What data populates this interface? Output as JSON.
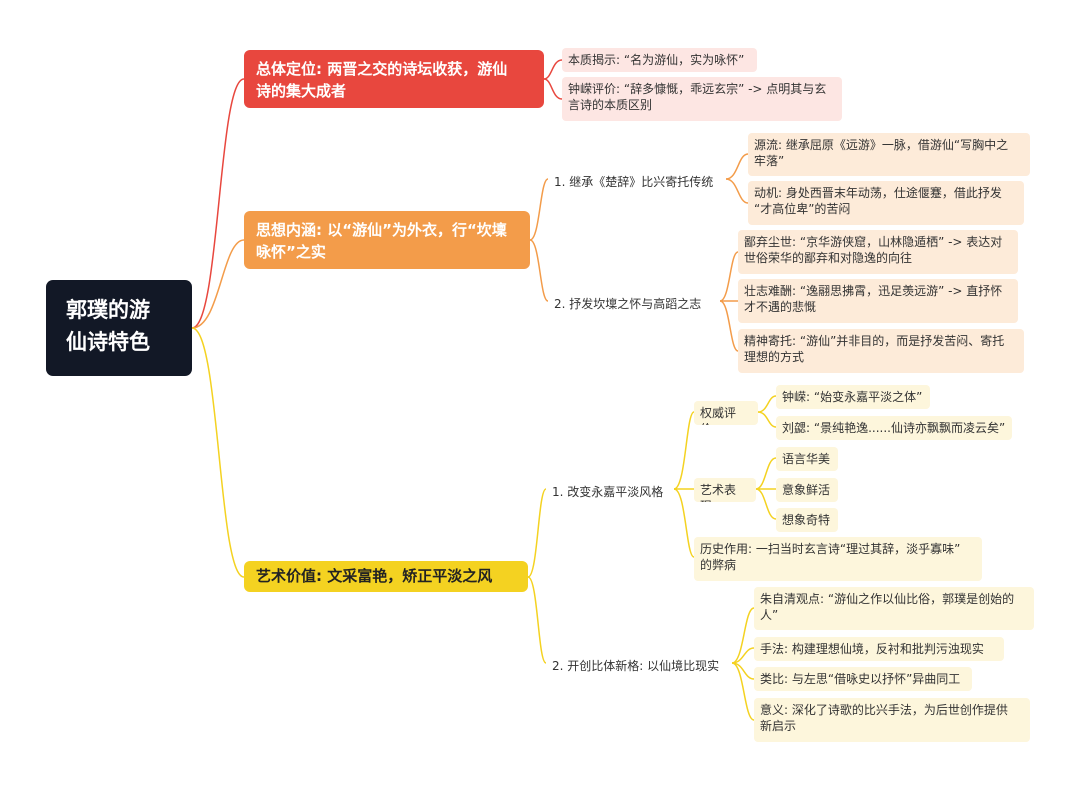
{
  "root": "郭璞的游\n仙诗特色",
  "colors": {
    "root": "#121826",
    "red": "#e8473e",
    "orange": "#f39c4a",
    "yellow": "#f4d221"
  },
  "branches": {
    "positioning": {
      "label": "总体定位: 两晋之交的诗坛收获，游仙\n诗的集大成者",
      "children": [
        "本质揭示: “名为游仙，实为咏怀”",
        "钟嵘评价: “辞多慷慨，乖远玄宗” -> 点明其与玄\n言诗的本质区别"
      ]
    },
    "thought": {
      "label": "思想内涵: 以“游仙”为外衣，行“坎壈\n咏怀”之实",
      "sub1": {
        "label": "1. 继承《楚辞》比兴寄托传统",
        "children": [
          "源流: 继承屈原《远游》一脉，借游仙“写胸中之\n牢落”",
          "动机: 身处西晋末年动荡，仕途偃蹇，借此抒发\n“才高位卑”的苦闷"
        ]
      },
      "sub2": {
        "label": "2. 抒发坎壈之怀与高蹈之志",
        "children": [
          "鄙弃尘世: “京华游侠窟，山林隐遁栖” -> 表达对\n世俗荣华的鄙弃和对隐逸的向往",
          "壮志难酬: “逸翮思拂霄，迅足羡远游” -> 直抒怀\n才不遇的悲慨",
          "精神寄托: “游仙”并非目的，而是抒发苦闷、寄托\n理想的方式"
        ]
      }
    },
    "art": {
      "label": "艺术价值: 文采富艳，矫正平淡之风",
      "sub1": {
        "label": "1. 改变永嘉平淡风格",
        "authority": {
          "label": "权威评价:",
          "children": [
            "钟嵘: “始变永嘉平淡之体”",
            "刘勰: “景纯艳逸......仙诗亦飘飘而凌云矣”"
          ]
        },
        "expression": {
          "label": "艺术表现:",
          "children": [
            "语言华美",
            "意象鲜活",
            "想象奇特"
          ]
        },
        "history": "历史作用: 一扫当时玄言诗“理过其辞，淡乎寡味”\n的弊病"
      },
      "sub2": {
        "label": "2. 开创比体新格: 以仙境比现实",
        "children": [
          "朱自清观点: “游仙之作以仙比俗，郭璞是创始的\n人”",
          "手法: 构建理想仙境，反衬和批判污浊现实",
          "类比: 与左思“借咏史以抒怀”异曲同工",
          "意义: 深化了诗歌的比兴手法，为后世创作提供\n新启示"
        ]
      }
    }
  }
}
